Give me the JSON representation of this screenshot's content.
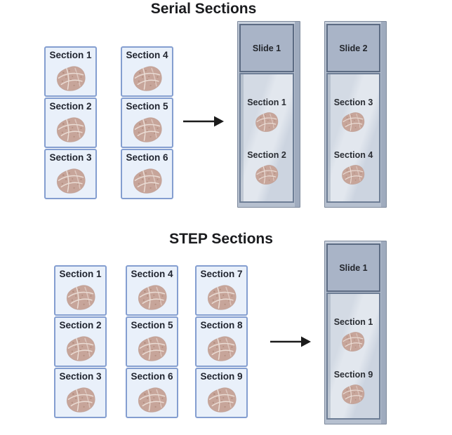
{
  "serial": {
    "title": "Serial Sections",
    "blocks": [
      [
        "Section 1",
        "Section 2",
        "Section 3"
      ],
      [
        "Section 4",
        "Section 5",
        "Section 6"
      ]
    ],
    "slides": [
      {
        "name": "Slide 1",
        "sections": [
          "Section 1",
          "Section 2"
        ]
      },
      {
        "name": "Slide 2",
        "sections": [
          "Section 3",
          "Section 4"
        ]
      }
    ]
  },
  "step": {
    "title": "STEP Sections",
    "blocks": [
      [
        "Section 1",
        "Section 2",
        "Section 3"
      ],
      [
        "Section 4",
        "Section 5",
        "Section 6"
      ],
      [
        "Section 7",
        "Section 8",
        "Section 9"
      ]
    ],
    "slides": [
      {
        "name": "Slide 1",
        "sections": [
          "Section 1",
          "Section 9"
        ]
      }
    ]
  },
  "icons": {
    "tissue": "tissue-specimen-icon",
    "arrow": "right-arrow-icon"
  },
  "colors": {
    "background": "#ffffff",
    "section_box_fill": "#e9f0fa",
    "section_box_border": "#849ed0",
    "slide_label_fill": "#a9b4c7",
    "slide_label_border": "#5c6b83",
    "slide_body_fill": "#cfd7e2",
    "slide_body_border": "#6e7e96",
    "slide_edge_facet": "#9fabbe",
    "tissue_fill": "#c7a59a",
    "tissue_speckle": "#a8806f",
    "tissue_streak": "#ecdfd8",
    "arrow": "#1b1b1b",
    "title_text": "#1a1b1e",
    "label_text": "#212530"
  }
}
